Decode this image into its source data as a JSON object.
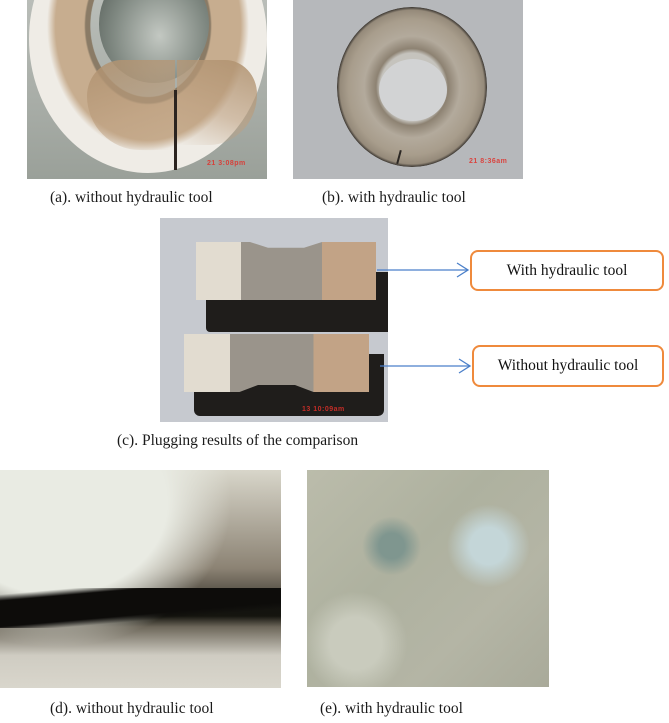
{
  "figure": {
    "panels": {
      "a": {
        "caption": "(a). without hydraulic tool",
        "stamp": "21  3:08pm"
      },
      "b": {
        "caption": "(b). with hydraulic tool",
        "stamp": "21  8:36am"
      },
      "c": {
        "caption": "(c). Plugging results of the comparison",
        "stamp": "13  10:09am"
      },
      "d": {
        "caption": "(d). without hydraulic tool"
      },
      "e": {
        "caption": "(e). with hydraulic tool"
      }
    },
    "callouts": [
      {
        "label": "With hydraulic tool"
      },
      {
        "label": "Without hydraulic tool"
      }
    ],
    "colors": {
      "callout_border": "#ef8a3c",
      "arrow": "#4a7fc9",
      "stamp": "#e0302a"
    }
  }
}
